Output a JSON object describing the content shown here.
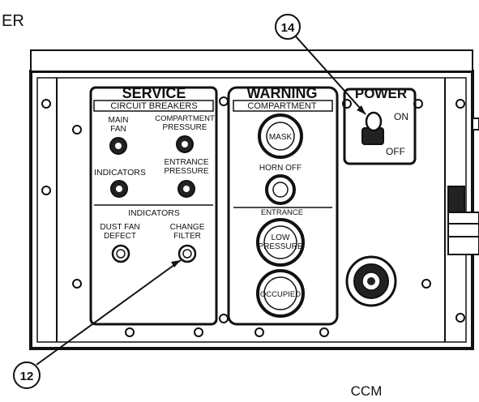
{
  "header_fragment": "ER",
  "footer_label": "CCM",
  "callouts": {
    "power_switch": "14",
    "change_filter_light": "12"
  },
  "service_panel": {
    "title": "SERVICE",
    "subtitle": "CIRCUIT BREAKERS",
    "breakers": {
      "main_fan": [
        "MAIN",
        "FAN"
      ],
      "compartment_pressure": [
        "COMPARTMENT",
        "PRESSURE"
      ],
      "indicators": [
        "INDICATORS"
      ],
      "entrance_pressure": [
        "ENTRANCE",
        "PRESSURE"
      ]
    },
    "indicators_heading": "INDICATORS",
    "lights": {
      "dust_fan_defect": [
        "DUST FAN",
        "DEFECT"
      ],
      "change_filter": [
        "CHANGE",
        "FILTER"
      ]
    }
  },
  "warning_panel": {
    "title": "WARNING",
    "subtitle": "COMPARTMENT",
    "mask": "MASK",
    "horn_off": "HORN OFF",
    "entrance_heading": "ENTRANCE",
    "low_pressure": [
      "LOW",
      "PRESSURE"
    ],
    "occupied": "OCCUPIED"
  },
  "power_panel": {
    "title": "POWER",
    "on": "ON",
    "off": "OFF"
  }
}
